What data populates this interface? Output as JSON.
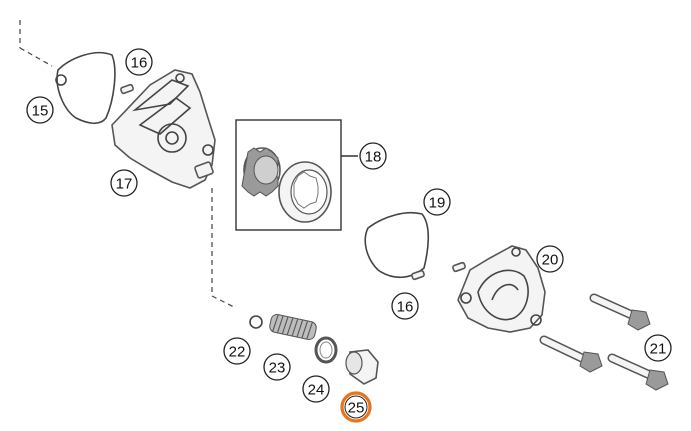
{
  "diagram": {
    "callouts": [
      {
        "id": "c15",
        "label": "15"
      },
      {
        "id": "c16a",
        "label": "16"
      },
      {
        "id": "c17",
        "label": "17"
      },
      {
        "id": "c18",
        "label": "18"
      },
      {
        "id": "c19",
        "label": "19"
      },
      {
        "id": "c20",
        "label": "20"
      },
      {
        "id": "c16b",
        "label": "16"
      },
      {
        "id": "c21",
        "label": "21"
      },
      {
        "id": "c22",
        "label": "22"
      },
      {
        "id": "c23",
        "label": "23"
      },
      {
        "id": "c24",
        "label": "24"
      },
      {
        "id": "c25",
        "label": "25"
      }
    ],
    "highlight_color": "#e8731a",
    "line_color": "#444444"
  }
}
